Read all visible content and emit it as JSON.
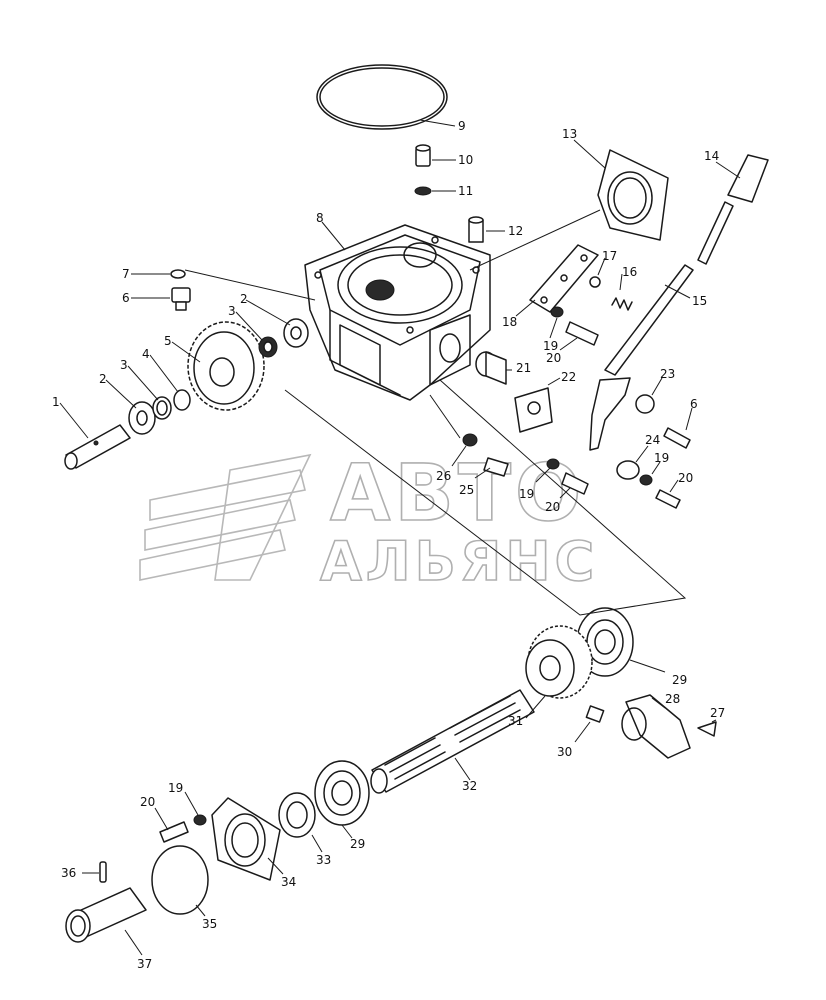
{
  "watermark": {
    "line1": "АВТО",
    "line2": "АЛЬЯНС"
  },
  "callouts": [
    "1",
    "2",
    "3",
    "4",
    "5",
    "2",
    "3",
    "7",
    "6",
    "8",
    "9",
    "10",
    "11",
    "12",
    "13",
    "14",
    "15",
    "16",
    "17",
    "18",
    "19",
    "20",
    "21",
    "22",
    "23",
    "6",
    "24",
    "19",
    "20",
    "26",
    "25",
    "19",
    "20",
    "29",
    "31",
    "28",
    "27",
    "30",
    "32",
    "19",
    "20",
    "33",
    "29",
    "34",
    "35",
    "36",
    "37"
  ]
}
